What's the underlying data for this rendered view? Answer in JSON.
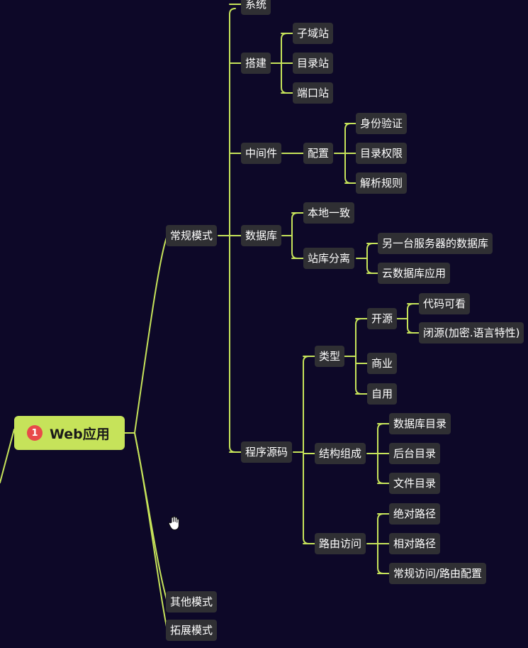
{
  "root": {
    "badge": "1",
    "label": "Web应用"
  },
  "nodes": {
    "changgui": "常规模式",
    "xitong": "系统",
    "dajian": "搭建",
    "ziyuzhan": "子域站",
    "mululzhan": "目录站",
    "duankouzhan": "端口站",
    "zhongjianjian": "中间件",
    "peizhi": "配置",
    "shenfen": "身份验证",
    "muluquanxian": "目录权限",
    "jiexi": "解析规则",
    "shujuku": "数据库",
    "bendi": "本地一致",
    "zhanku": "站库分离",
    "lingyitai": "另一台服务器的数据库",
    "yunshujuku": "云数据库应用",
    "chengxu": "程序源码",
    "leixing": "类型",
    "kaiyuan": "开源",
    "daima": "代码可看",
    "biyuan": "闭源(加密.语言特性)",
    "shangye": "商业",
    "ziyong": "自用",
    "jiegou": "结构组成",
    "shujukumulu": "数据库目录",
    "houtai": "后台目录",
    "wenjian": "文件目录",
    "luyou": "路由访问",
    "juedui": "绝对路径",
    "xiangdui": "相对路径",
    "changguifangwen": "常规访问/路由配置",
    "qita": "其他模式",
    "tuozhan": "拓展模式"
  },
  "colors": {
    "line": "#c6e35a",
    "node": "#2f2f33",
    "root": "#c6e35a",
    "badge": "#e84a4a",
    "background": "#0d0828"
  }
}
